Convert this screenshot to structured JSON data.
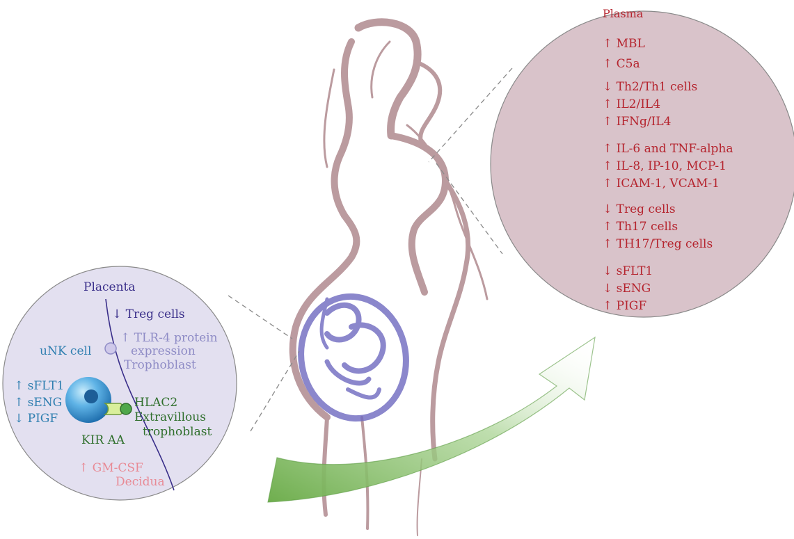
{
  "colors": {
    "plasma_red": "#b5242e",
    "placenta_purple": "#3a2f8a",
    "tlr_lavender": "#8f8cc6",
    "unk_blue": "#2f7fb0",
    "hlac_green": "#2f6f2c",
    "decidua_pink": "#e88a95",
    "body_outline": "#b08a8f",
    "fetus_blue": "#6f6ac0",
    "right_circle_fill": "#d9c3ca",
    "left_circle_fill": "#e3e0f0",
    "arrow_green": "#7ab85a"
  },
  "plasma": {
    "heading": "Plasma",
    "group1": [
      "↑ MBL",
      "↑ C5a"
    ],
    "group2": [
      "↓ Th2/Th1 cells",
      "↑ IL2/IL4",
      "↑ IFNg/IL4"
    ],
    "group3": [
      "↑ IL-6 and TNF-alpha",
      "↑ IL-8, IP-10, MCP-1",
      "↑ ICAM-1, VCAM-1"
    ],
    "group4": [
      "↓ Treg cells",
      "↑ Th17 cells",
      "↑ TH17/Treg cells"
    ],
    "group5": [
      "↓ sFLT1",
      "↓ sENG",
      "↑ PIGF"
    ]
  },
  "placenta": {
    "heading": "Placenta",
    "treg": "↓ Treg cells",
    "tlr_line1": "↑ TLR-4 protein",
    "tlr_line2": "expression",
    "tlr_line3": "Trophoblast",
    "unk_label": "uNK cell",
    "unk_markers": [
      "↑ sFLT1",
      "↑ sENG",
      "↓ PIGF"
    ],
    "hlac_line1": "HLAC2",
    "hlac_line2": "Extravillous",
    "hlac_line3": "trophoblast",
    "kir": "KIR AA",
    "gmcsf": "↑ GM-CSF",
    "decidua": "Decidua"
  }
}
